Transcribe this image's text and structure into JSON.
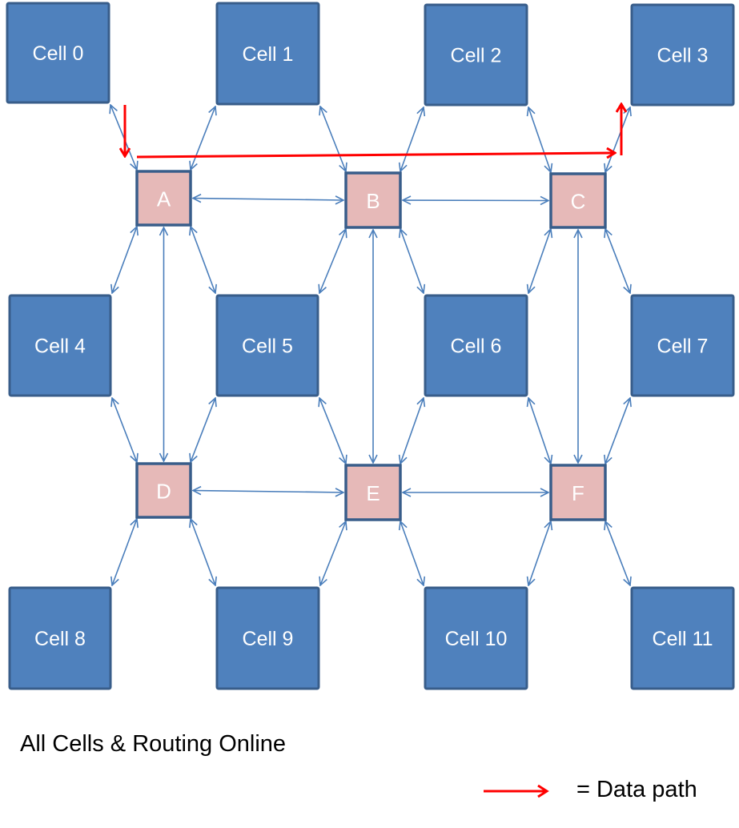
{
  "cells": [
    {
      "id": 0,
      "label": "Cell 0"
    },
    {
      "id": 1,
      "label": "Cell 1"
    },
    {
      "id": 2,
      "label": "Cell 2"
    },
    {
      "id": 3,
      "label": "Cell 3"
    },
    {
      "id": 4,
      "label": "Cell 4"
    },
    {
      "id": 5,
      "label": "Cell 5"
    },
    {
      "id": 6,
      "label": "Cell 6"
    },
    {
      "id": 7,
      "label": "Cell 7"
    },
    {
      "id": 8,
      "label": "Cell 8"
    },
    {
      "id": 9,
      "label": "Cell 9"
    },
    {
      "id": 10,
      "label": "Cell 10"
    },
    {
      "id": 11,
      "label": "Cell 11"
    }
  ],
  "routers": [
    {
      "id": "A",
      "label": "A"
    },
    {
      "id": "B",
      "label": "B"
    },
    {
      "id": "C",
      "label": "C"
    },
    {
      "id": "D",
      "label": "D"
    },
    {
      "id": "E",
      "label": "E"
    },
    {
      "id": "F",
      "label": "F"
    }
  ],
  "router_links": [
    [
      "A",
      "B"
    ],
    [
      "B",
      "C"
    ],
    [
      "D",
      "E"
    ],
    [
      "E",
      "F"
    ],
    [
      "A",
      "D"
    ],
    [
      "B",
      "E"
    ],
    [
      "C",
      "F"
    ]
  ],
  "cell_router_links": [
    [
      "Cell 0",
      "A"
    ],
    [
      "Cell 1",
      "A"
    ],
    [
      "Cell 1",
      "B"
    ],
    [
      "Cell 2",
      "B"
    ],
    [
      "Cell 2",
      "C"
    ],
    [
      "Cell 3",
      "C"
    ],
    [
      "Cell 4",
      "A"
    ],
    [
      "Cell 5",
      "A"
    ],
    [
      "Cell 5",
      "B"
    ],
    [
      "Cell 6",
      "B"
    ],
    [
      "Cell 6",
      "C"
    ],
    [
      "Cell 7",
      "C"
    ],
    [
      "Cell 4",
      "D"
    ],
    [
      "Cell 5",
      "D"
    ],
    [
      "Cell 5",
      "E"
    ],
    [
      "Cell 6",
      "E"
    ],
    [
      "Cell 6",
      "F"
    ],
    [
      "Cell 7",
      "F"
    ],
    [
      "Cell 8",
      "D"
    ],
    [
      "Cell 9",
      "D"
    ],
    [
      "Cell 9",
      "E"
    ],
    [
      "Cell 10",
      "E"
    ],
    [
      "Cell 10",
      "F"
    ],
    [
      "Cell 11",
      "F"
    ]
  ],
  "data_path": [
    "Cell 0",
    "A",
    "B",
    "C",
    "Cell 3"
  ],
  "caption": "All Cells & Routing Online",
  "legend": {
    "label": "= Data path"
  },
  "colors": {
    "cell_fill": "#4F81BD",
    "cell_border": "#385D8A",
    "router_fill": "#E6B9B8",
    "link": "#4A7EBB",
    "data_path": "#FF0000"
  }
}
